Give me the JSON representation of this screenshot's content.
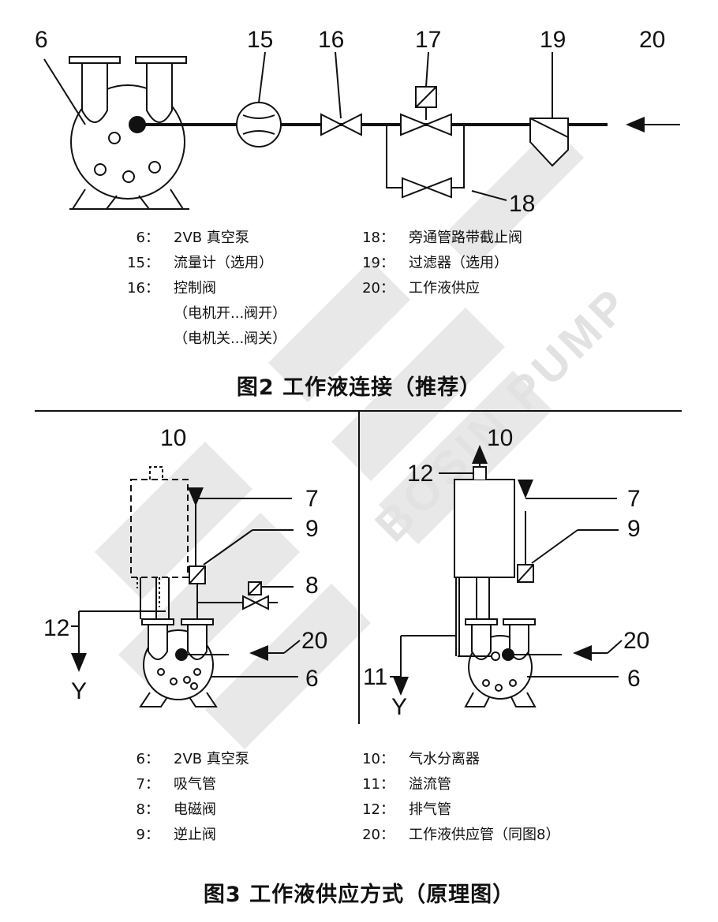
{
  "fig2": {
    "numbers": {
      "n6": "6",
      "n15": "15",
      "n16": "16",
      "n17": "17",
      "n18": "18",
      "n19": "19",
      "n20": "20"
    },
    "legend_left": [
      {
        "num": "6：",
        "text": "2VB 真空泵"
      },
      {
        "num": "15：",
        "text": "流量计（选用）"
      },
      {
        "num": "16：",
        "text": "控制阀"
      }
    ],
    "legend_left_sub": [
      "（电机开...阀开）",
      "（电机关...阀关）"
    ],
    "legend_right": [
      {
        "num": "18：",
        "text": "旁通管路带截止阀"
      },
      {
        "num": "19：",
        "text": "过滤器（选用）"
      },
      {
        "num": "20：",
        "text": "工作液供应"
      }
    ],
    "title": "图2  工作液连接（推荐）"
  },
  "fig3": {
    "left_numbers": {
      "n10": "10",
      "n7": "7",
      "n9": "9",
      "n8": "8",
      "n12": "12",
      "n20": "20",
      "n6": "6",
      "y": "Y"
    },
    "right_numbers": {
      "n10": "10",
      "n12": "12",
      "n7": "7",
      "n9": "9",
      "n20": "20",
      "n11": "11",
      "n6": "6",
      "y": "Y"
    },
    "legend_left": [
      {
        "num": "6：",
        "text": "2VB 真空泵"
      },
      {
        "num": "7：",
        "text": "吸气管"
      },
      {
        "num": "8：",
        "text": "电磁阀"
      },
      {
        "num": "9：",
        "text": "逆止阀"
      }
    ],
    "legend_right": [
      {
        "num": "10：",
        "text": "气水分离器"
      },
      {
        "num": "11：",
        "text": "溢流管"
      },
      {
        "num": "12：",
        "text": "排气管"
      },
      {
        "num": "20：",
        "text": "工作液供应管（同图8）"
      }
    ],
    "title": "图3  工作液供应方式（原理图）"
  },
  "watermark": {
    "brand": "BOSIN PUMP"
  },
  "colors": {
    "line": "#111111",
    "watermark": "#e6e6e6"
  }
}
